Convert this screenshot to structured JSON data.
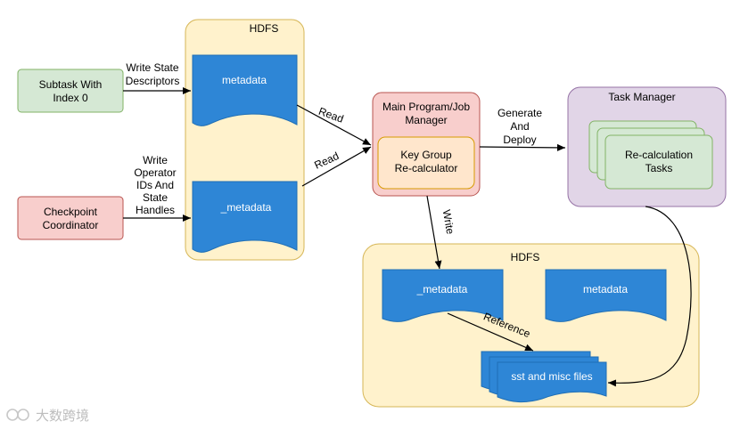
{
  "diagram": {
    "left_hdfs": {
      "title": "HDFS",
      "doc_top": "metadata",
      "doc_bottom": "_metadata"
    },
    "subtask": {
      "line1": "Subtask With",
      "line2": "Index 0"
    },
    "checkpoint": {
      "line1": "Checkpoint",
      "line2": "Coordinator"
    },
    "edge_write_state": {
      "line1": "Write State",
      "line2": "Descriptors"
    },
    "edge_write_operator": {
      "line1": "Write",
      "line2": "Operator",
      "line3": "IDs And",
      "line4": "State",
      "line5": "Handles"
    },
    "edge_read_1": "Read",
    "edge_read_2": "Read",
    "main_program": {
      "line1": "Main Program/Job",
      "line2": "Manager"
    },
    "key_group": {
      "line1": "Key Group",
      "line2": "Re-calculator"
    },
    "edge_generate": {
      "line1": "Generate",
      "line2": "And",
      "line3": "Deploy"
    },
    "task_manager": {
      "title": "Task Manager"
    },
    "recalc_tasks": {
      "line1": "Re-calculation",
      "line2": "Tasks"
    },
    "edge_write_down": "Write",
    "right_hdfs": {
      "title": "HDFS",
      "doc_left": "_metadata",
      "doc_right": "metadata",
      "files": "sst and misc files"
    },
    "edge_reference": "Reference",
    "watermark": "大数跨境"
  },
  "colors": {
    "hdfs_fill": "#fff2cc",
    "hdfs_stroke": "#d6b656",
    "doc_fill": "#2e86d6",
    "green_fill": "#d5e8d4",
    "green_stroke": "#82b366",
    "red_fill": "#f8cecc",
    "red_stroke": "#b85450",
    "orange_fill": "#ffe6cc",
    "orange_stroke": "#d79b00",
    "purple_fill": "#e1d5e7",
    "purple_stroke": "#9673a6"
  }
}
